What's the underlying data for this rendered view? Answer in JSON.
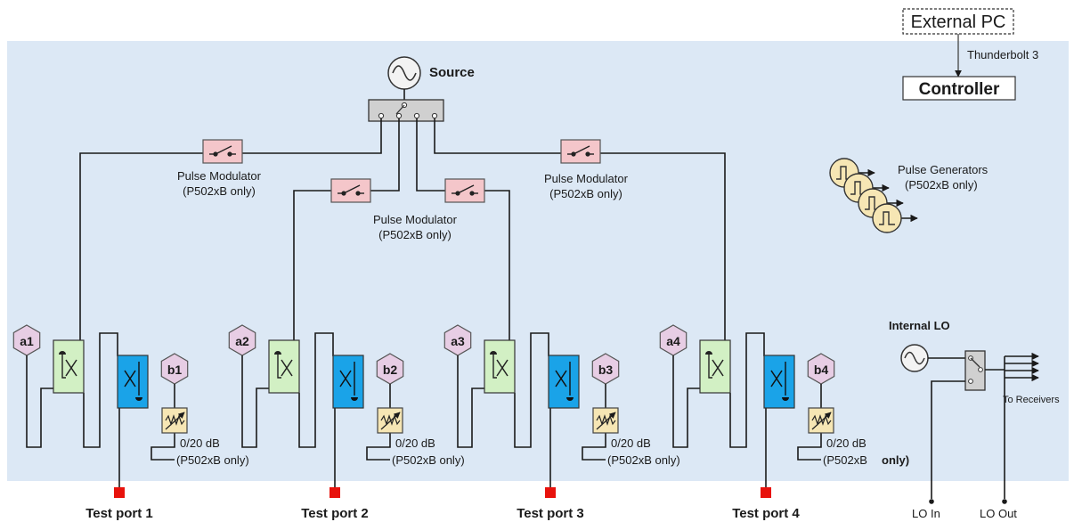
{
  "external_pc": "External PC",
  "thunderbolt": "Thunderbolt 3",
  "controller": "Controller",
  "source": "Source",
  "pulse_modulator": {
    "title": "Pulse Modulator",
    "note": "(P502xB only)"
  },
  "pulse_generators": {
    "title": "Pulse Generators",
    "note": "(P502xB only)"
  },
  "internal_lo": "Internal LO",
  "to_receivers": "To Receivers",
  "lo_in": "LO In",
  "lo_out": "LO Out",
  "attenuator": {
    "range": "0/20 dB",
    "note": "(P502xB only)",
    "note_prefix": "(P502xB",
    "note_suffix": "only)"
  },
  "ports": [
    {
      "a": "a1",
      "b": "b1",
      "label": "Test port 1"
    },
    {
      "a": "a2",
      "b": "b2",
      "label": "Test port 2"
    },
    {
      "a": "a3",
      "b": "b3",
      "label": "Test port 3"
    },
    {
      "a": "a4",
      "b": "b4",
      "label": "Test port 4"
    }
  ],
  "colors": {
    "panel": "#dce8f5",
    "modulator_fill": "#f4c6ca",
    "coupler_fill": "#d2f0c4",
    "bridge_fill": "#1aa3e8",
    "hexagon_fill": "#e7cde4",
    "attenuator_fill": "#f6e6b4",
    "port_marker": "#e8120c"
  }
}
